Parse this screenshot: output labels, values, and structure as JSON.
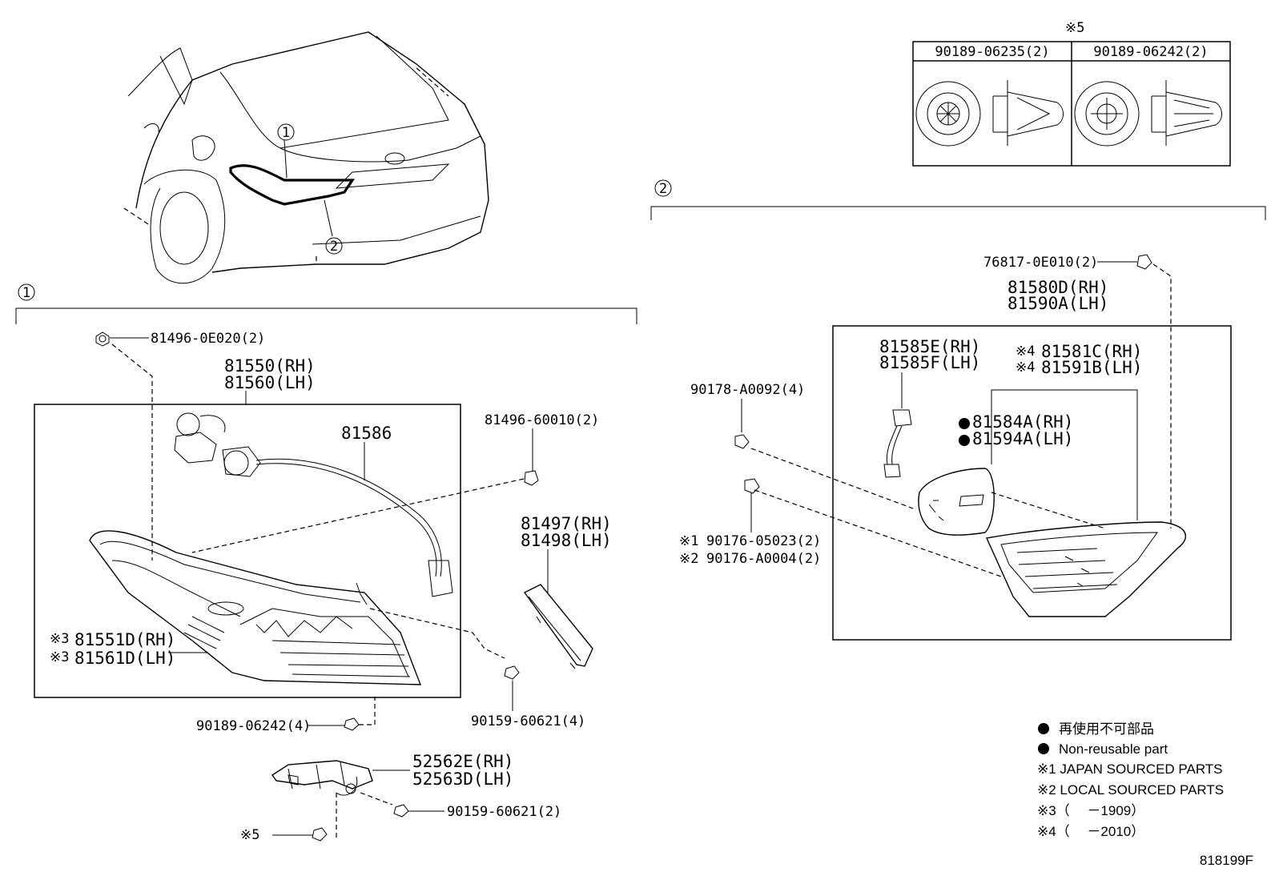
{
  "diagram_id": "818199F",
  "callouts": {
    "c1": "1",
    "c2": "2"
  },
  "section5": {
    "mark": "※5",
    "col1": "90189-06235(2)",
    "col2": "90189-06242(2)"
  },
  "section1": {
    "screw_top": "81496-0E020(2)",
    "lamp_rh": "81550(RH)",
    "lamp_lh": "81560(LH)",
    "socket": "81586",
    "clip_right": "81496-60010(2)",
    "gasket_rh": "81497(RH)",
    "gasket_lh": "81498(LH)",
    "lens_rh_mark": "※3",
    "lens_rh": "81551D(RH)",
    "lens_lh_mark": "※3",
    "lens_lh": "81561D(LH)",
    "screw_bottom_right": "90159-60621(4)",
    "clip_bottom": "90189-06242(4)",
    "bracket_rh": "52562E(RH)",
    "bracket_lh": "52563D(LH)",
    "screw_bracket": "90159-60621(2)",
    "mark5": "※5"
  },
  "section2": {
    "cover_clip": "76817-0E010(2)",
    "lamp_rh": "81580D(RH)",
    "lamp_lh": "81590A(LH)",
    "socket_rh": "81585E(RH)",
    "socket_lh": "81585F(LH)",
    "lens_rh_mark": "※4",
    "lens_rh": "81581C(RH)",
    "lens_lh_mark": "※4",
    "lens_lh": "81591B(LH)",
    "gasket_rh": "81584A(RH)",
    "gasket_lh": "81594A(LH)",
    "nut": "90178-A0092(4)",
    "nut_jp_mark": "※1",
    "nut_jp": "90176-05023(2)",
    "nut_local_mark": "※2",
    "nut_local": "90176-A0004(2)"
  },
  "legend": {
    "jp_nonreusable": "再使用不可部品",
    "nonreusable": "Non-reusable part",
    "note1": "※1 JAPAN SOURCED PARTS",
    "note2": "※2 LOCAL SOURCED PARTS",
    "note3": "※3（　 －1909）",
    "note4": "※4（　 －2010）"
  }
}
